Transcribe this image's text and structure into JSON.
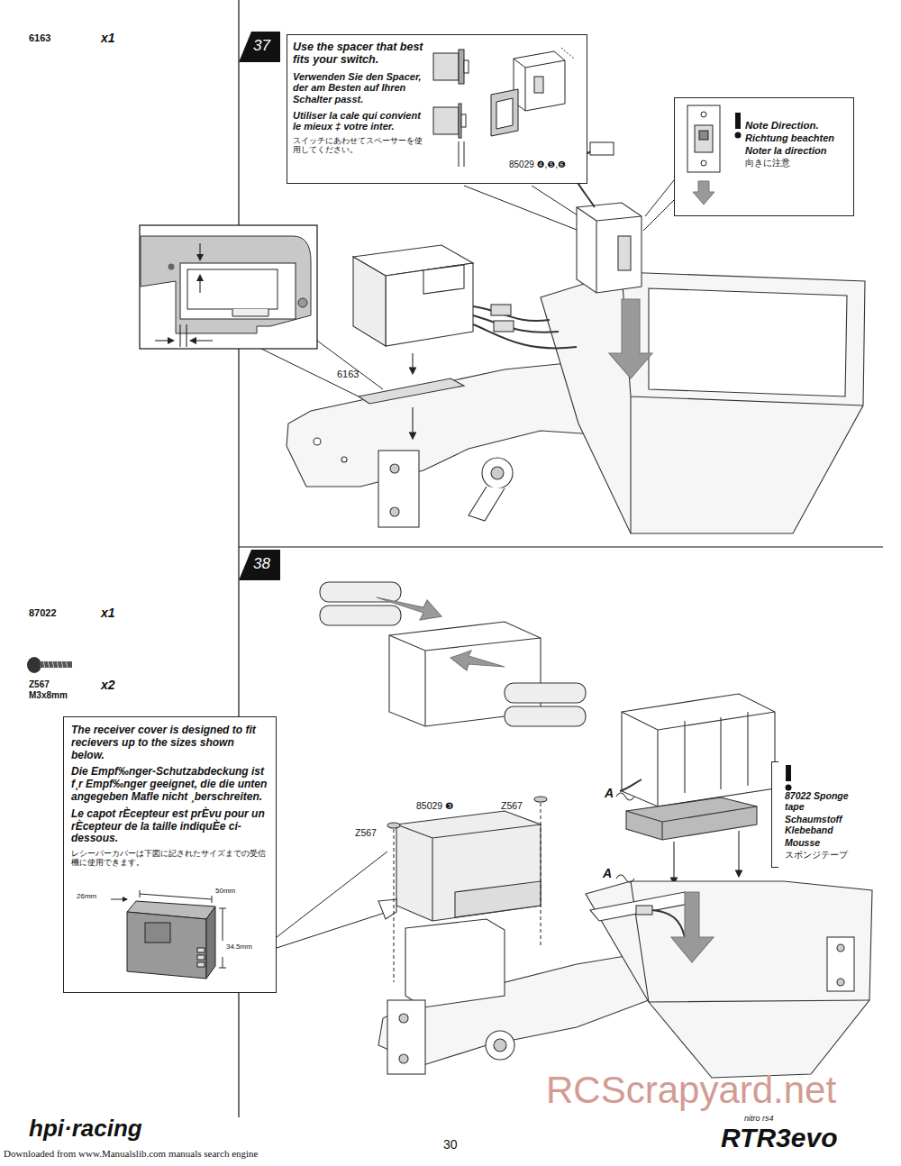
{
  "diagram": {
    "nodes": [
      {
        "text": [
          "37"
        ]
      },
      {
        "text": [
          "Use the spacer that best fits your switch.",
          "Verwenden Sie den Spacer, der am Besten auf Ihren Schalter passt.",
          "Utiliser la cale qui convient le mieux ‡ votre inter.",
          "スイッチにあわせてスペーサーを使用してください。"
        ]
      },
      {
        "text": [
          "Note Direction.",
          "Richtung beachten",
          "Noter la direction",
          "向きに注意"
        ]
      },
      {
        "text": [
          "38"
        ]
      },
      {
        "text": [
          "The receiver cover is designed to fit recievers up to the sizes shown below.",
          "Die Empf‰nger-Schutzabdeckung ist f¸r Empf‰nger geeignet, die die unten angegeben Mafle nicht ¸berschreiten.",
          "Le capot rÈcepteur est prÈvu pour un rÈcepteur de la taille indiquÈe ci-dessous.",
          "レシーバーカバーは下図に記されたサイズまでの受信機に使用できます。"
        ]
      },
      {
        "text": [
          "87022 Sponge tape",
          "Schaumstoff Klebeband",
          "Mousse",
          "スポンジテープ"
        ]
      }
    ],
    "labels": [
      "6163",
      "x1",
      "85029 ❹,❺,❻",
      "6163",
      "87022",
      "x1",
      "Z567 M3x8mm",
      "x2",
      "26mm",
      "50mm",
      "34.5mm",
      "85029 ❸",
      "Z567",
      "Z567",
      "A",
      "A",
      "RCScrapyard.net",
      "hpi·racing",
      "30",
      "nitro rs4",
      "RTR3evo",
      "Downloaded from www.Manualslib.com manuals search engine"
    ]
  }
}
